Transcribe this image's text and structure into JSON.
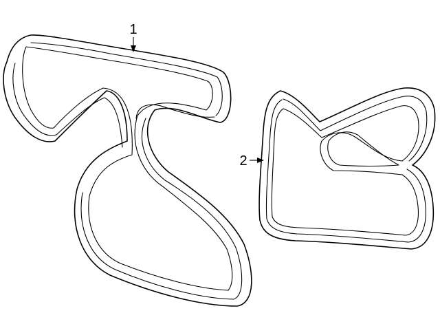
{
  "callouts": [
    {
      "number": "1",
      "part": "belt"
    },
    {
      "number": "2",
      "part": "belt"
    }
  ],
  "colors": {
    "line": "#000000",
    "background": "#ffffff"
  }
}
